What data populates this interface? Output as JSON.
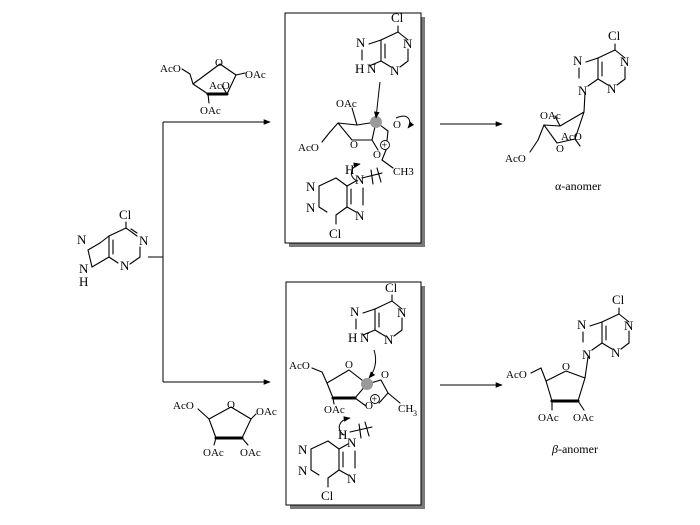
{
  "atoms": {
    "cl": "Cl",
    "n": "N",
    "h": "H",
    "o": "O",
    "aco": "AcO",
    "oac": "OAc",
    "ch3": "CH3",
    "ch": "CH",
    "sub3": "3"
  },
  "charges": {
    "plus": "+"
  },
  "captions": {
    "alpha_anomer": "α-anomer",
    "beta_anomer": "β-anomer",
    "beta_symbol": "β",
    "anomer_suffix": "-anomer"
  }
}
